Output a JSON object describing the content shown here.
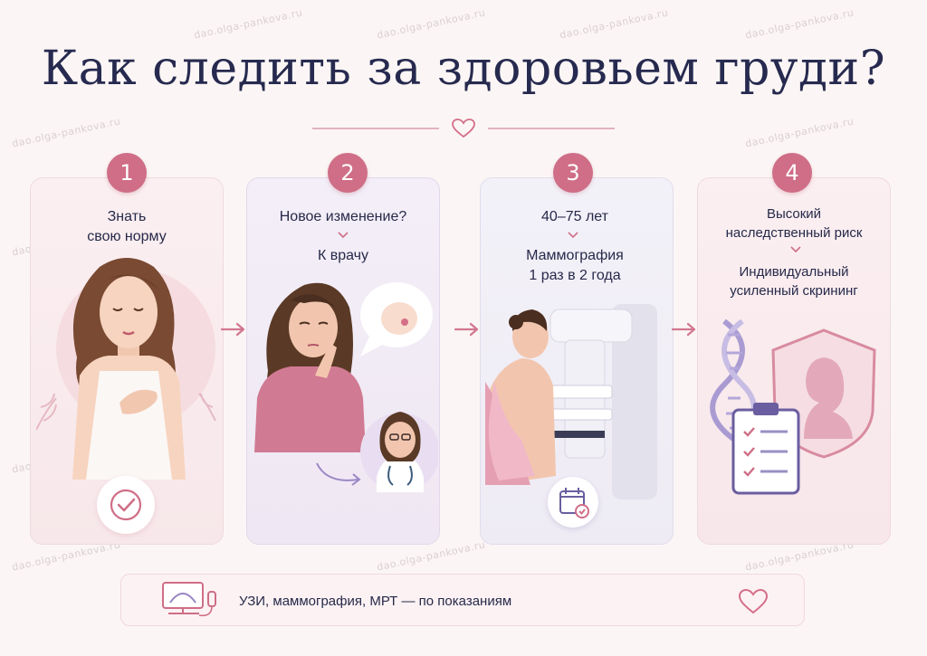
{
  "watermark": "dao.olga-pankova.ru",
  "title": "Как следить за здоровьем груди?",
  "steps": [
    {
      "number": "1",
      "lines": [
        "Знать",
        "свою норму"
      ],
      "arrow_after": true
    },
    {
      "number": "2",
      "line_top": "Новое изменение?",
      "line_bottom": "К врачу"
    },
    {
      "number": "3",
      "line_top": "40–75 лет",
      "lines_bottom": [
        "Маммография",
        "1 раз в 2 года"
      ]
    },
    {
      "number": "4",
      "lines_top": [
        "Высокий",
        "наследственный риск"
      ],
      "lines_bottom": [
        "Индивидуальный",
        "усиленный скрининг"
      ]
    }
  ],
  "footer": {
    "text": "УЗИ, маммография, МРТ — по показаниям"
  },
  "colors": {
    "accent": "#cf6e86",
    "title": "#272a4f",
    "lavender": "#9a86c4",
    "pink_light": "#f3d5dc"
  },
  "icons": [
    "heart-icon",
    "check-circle-icon",
    "calendar-check-icon",
    "dna-icon",
    "clipboard-checklist-icon",
    "shield-woman-icon",
    "ultrasound-icon",
    "chevron-down-icon",
    "arrow-right-icon"
  ]
}
